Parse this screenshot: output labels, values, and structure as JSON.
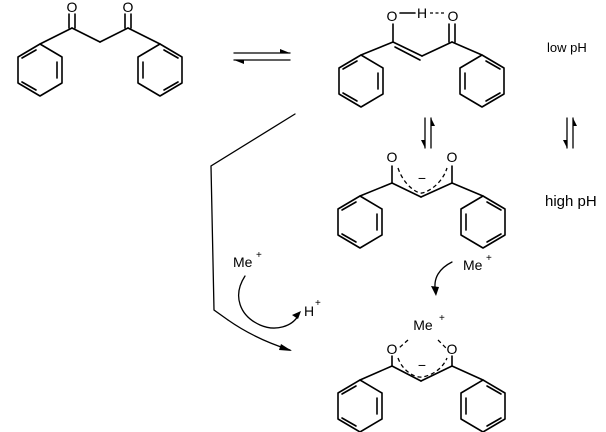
{
  "labels": {
    "low_ph": "low pH",
    "high_ph": "high pH"
  },
  "atoms": {
    "oxygen": "O",
    "hydrogen": "H",
    "minus": "−",
    "metal": "Me",
    "plus": "+"
  }
}
